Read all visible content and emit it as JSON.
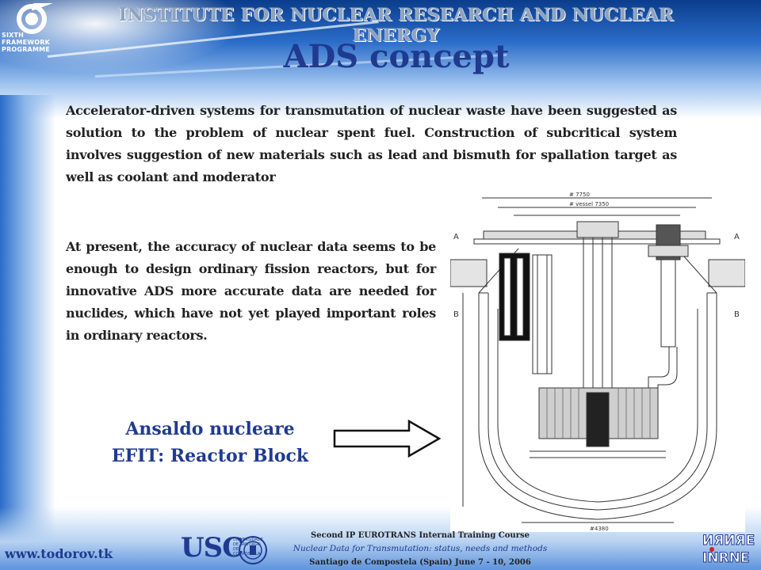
{
  "header": {
    "programme_caption": "SIXTH FRAMEWORK PROGRAMME",
    "institute": "INSTITUTE FOR NUCLEAR RESEARCH AND NUCLEAR ENERGY",
    "title": "ADS concept"
  },
  "body": {
    "paragraph1": "Accelerator-driven systems for transmutation of nuclear waste have been suggested as solution to the problem of nuclear spent fuel. Construction of subcritical system involves suggestion of new materials such as lead and bismuth for spallation target as well as coolant and moderator",
    "paragraph2": "At present, the accuracy of nuclear data seems to be enough to design ordinary fission reactors, but for innovative ADS more accurate data are needed for nuclides, which have not yet played important roles in ordinary reactors.",
    "caption_line1": "Ansaldo nucleare",
    "caption_line2": "EFIT: Reactor Block"
  },
  "diagram": {
    "dim_top_outer": "# 7750",
    "dim_top_vessel": "# vessel 7350",
    "dim_bottom": "#4380",
    "section_a": "A",
    "section_b": "B"
  },
  "footer": {
    "website": "www.todorov.tk",
    "usc": "USC",
    "usc_sub": "UNIVERSIDADE DE SANTIAGO DE COMPOSTELA",
    "line1": "Second IP EUROTRANS Internal Training Course",
    "line2": "Nuclear Data for Transmutation: status, needs and methods",
    "line3": "Santiago de Compostela (Spain) June 7 - 10, 2006",
    "inrne_top": "ИЯИЯЕ",
    "inrne_bottom": "INRNE"
  },
  "colors": {
    "title": "#1f3a8f",
    "body_text": "#222222",
    "header_blue": "#0b3d8c",
    "institute_text": "#8fa3bd"
  }
}
